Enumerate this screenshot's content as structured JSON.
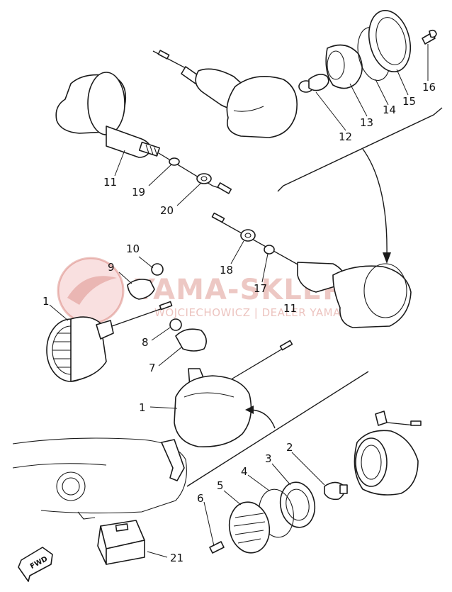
{
  "watermark": {
    "brand": "YAMA-SKLEP.PL",
    "dealer": "WOJCIECHOWICZ | DEALER YAMAHA"
  },
  "direction_label": "FWD",
  "callouts": {
    "c1a": "1",
    "c1b": "1",
    "c2": "2",
    "c3": "3",
    "c4": "4",
    "c5": "5",
    "c6": "6",
    "c7": "7",
    "c8": "8",
    "c9": "9",
    "c10": "10",
    "c11a": "11",
    "c11b": "11",
    "c12": "12",
    "c13": "13",
    "c14": "14",
    "c15": "15",
    "c16": "16",
    "c17": "17",
    "c18": "18",
    "c19": "19",
    "c20": "20",
    "c21": "21"
  }
}
